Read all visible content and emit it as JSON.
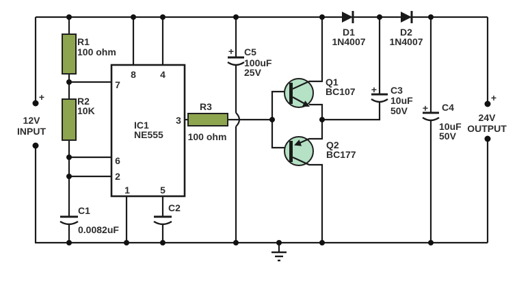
{
  "schematic": {
    "components": {
      "r1": {
        "ref": "R1",
        "value": "100 ohm"
      },
      "r2": {
        "ref": "R2",
        "value": "10K"
      },
      "r3": {
        "ref": "R3",
        "value": "100 ohm"
      },
      "c1": {
        "ref": "C1",
        "value": "0.0082uF"
      },
      "c2": {
        "ref": "C2"
      },
      "c3": {
        "ref": "C3",
        "value": "10uF",
        "voltage": "50V",
        "polarity": "+"
      },
      "c4": {
        "ref": "C4",
        "value": "10uF",
        "voltage": "50V",
        "polarity": "+"
      },
      "c5": {
        "ref": "C5",
        "value": "100uF",
        "voltage": "25V",
        "polarity": "+"
      },
      "d1": {
        "ref": "D1",
        "part": "1N4007"
      },
      "d2": {
        "ref": "D2",
        "part": "1N4007"
      },
      "q1": {
        "ref": "Q1",
        "part": "BC107"
      },
      "q2": {
        "ref": "Q2",
        "part": "BC177"
      },
      "ic1": {
        "ref": "IC1",
        "part": "NE555",
        "pins": [
          "1",
          "2",
          "3",
          "4",
          "5",
          "6",
          "7",
          "8"
        ]
      }
    },
    "terminals": {
      "input": {
        "voltage": "12V",
        "label": "INPUT",
        "polarity": "+"
      },
      "output": {
        "voltage": "24V",
        "label": "OUTPUT",
        "polarity": "+"
      }
    },
    "colors": {
      "resistor_fill": "#8EA54F",
      "transistor_fill": "#B5E1C5",
      "wire": "#1A1A1A",
      "text": "#2D2D2D",
      "background": "#FFFFFF"
    }
  }
}
